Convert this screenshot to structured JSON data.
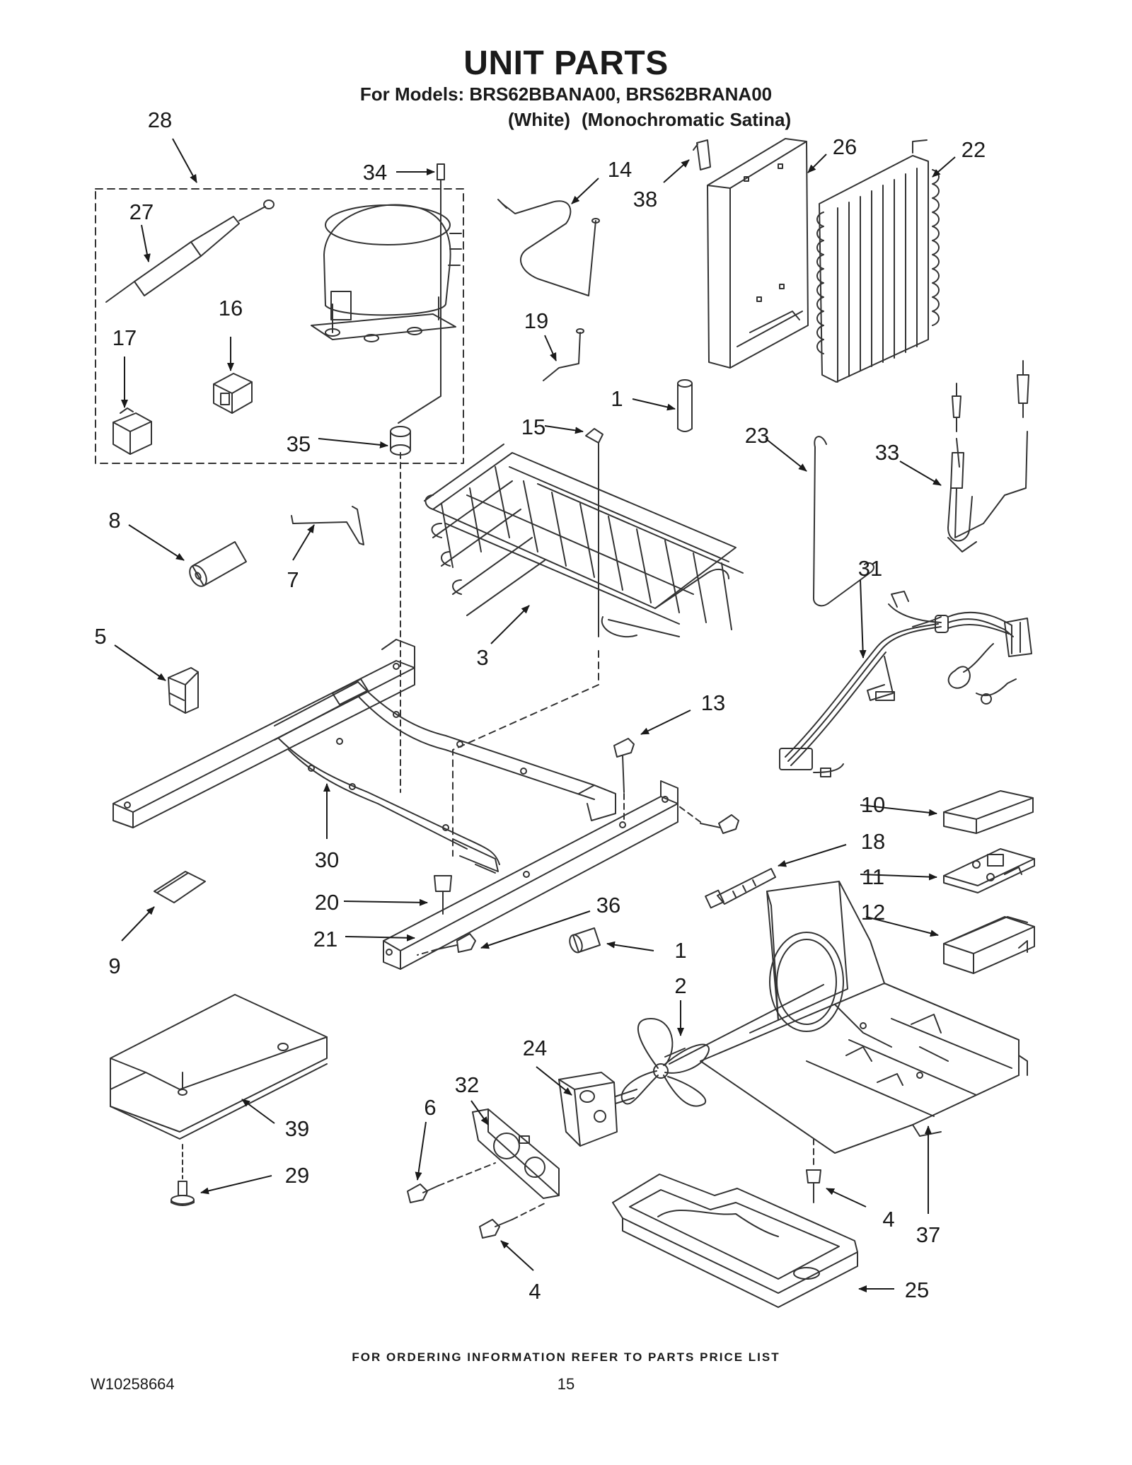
{
  "header": {
    "title": "UNIT PARTS",
    "subtitle": "For Models: BRS62BBANA00, BRS62BRANA00",
    "variant_a": "(White)",
    "variant_b": "(Monochromatic Satina)"
  },
  "footer": {
    "note": "FOR ORDERING INFORMATION REFER TO PARTS PRICE LIST",
    "doc_number": "W10258664",
    "page_number": "15"
  },
  "callouts": {
    "c28": "28",
    "c34": "34",
    "c14": "14",
    "c38": "38",
    "c26": "26",
    "c22": "22",
    "c27": "27",
    "c16": "16",
    "c17": "17",
    "c19": "19",
    "c1a": "1",
    "c15": "15",
    "c35": "35",
    "c23": "23",
    "c33": "33",
    "c8": "8",
    "c7": "7",
    "c31": "31",
    "c5": "5",
    "c3": "3",
    "c13": "13",
    "c10": "10",
    "c18": "18",
    "c11": "11",
    "c30": "30",
    "c20": "20",
    "c36": "36",
    "c12": "12",
    "c21": "21",
    "c9": "9",
    "c1b": "1",
    "c2": "2",
    "c24": "24",
    "c32": "32",
    "c6": "6",
    "c39": "39",
    "c29": "29",
    "c4a": "4",
    "c37": "37",
    "c4b": "4",
    "c25": "25"
  },
  "colors": {
    "ink": "#1a1a1a",
    "line_art": "#333333",
    "part_fill": "#ffffff"
  }
}
